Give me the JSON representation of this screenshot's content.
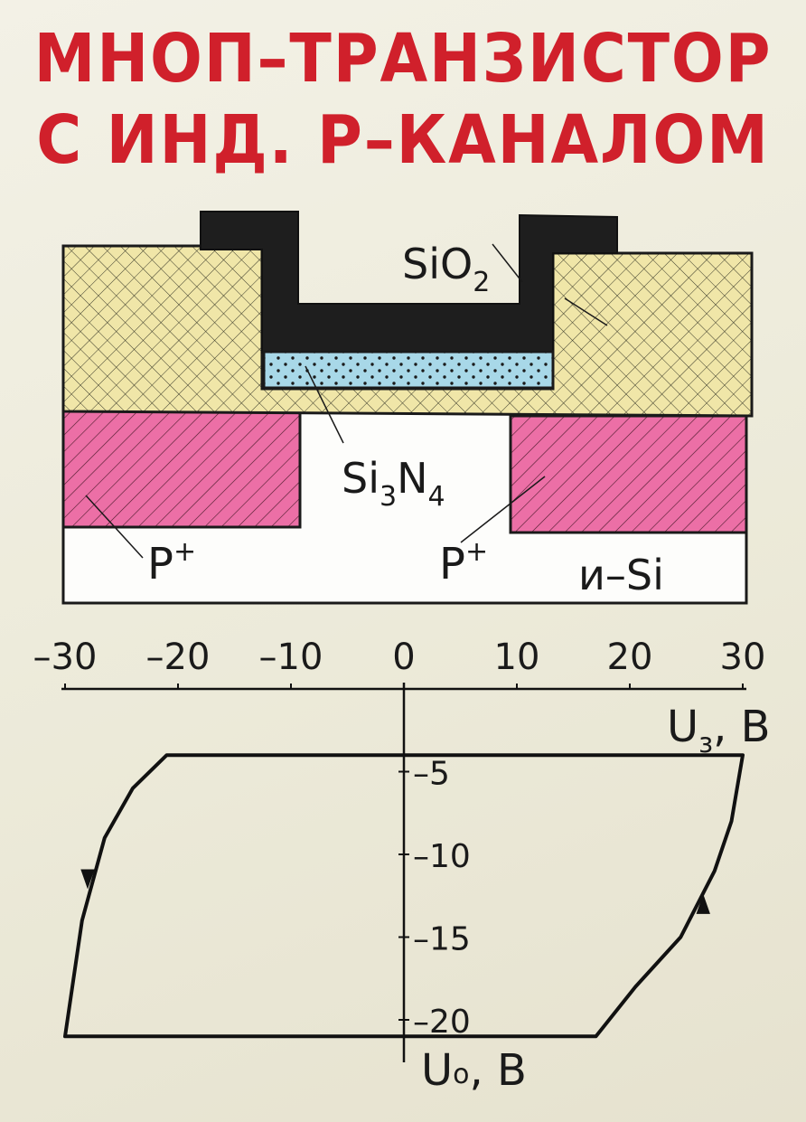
{
  "poster": {
    "title_line1": "МНОП–ТРАНЗИСТОР",
    "title_line2": "С ИНД. Р–КАНАЛОМ"
  },
  "structure": {
    "label_sio2_main": "SiO",
    "label_sio2_sub": "2",
    "label_si3n4_a": "Si",
    "label_si3n4_sub3": "3",
    "label_si3n4_n": "N",
    "label_si3n4_sub4": "4",
    "label_p_left": "P",
    "label_p_right": "P",
    "p_superscript": "+",
    "label_substrate": "и–Si",
    "colors": {
      "oxide_yellow": "#f0e6a8",
      "gate_black": "#1e1e1e",
      "nitride_blue": "#a8d8e8",
      "p_region_pink": "#ec6fa6",
      "substrate_white": "#fdfdfb"
    }
  },
  "chart_data": {
    "type": "line",
    "xlabel_main": "U",
    "xlabel_sub": "з",
    "xlabel_unit": ", B",
    "ylabel_main": "U",
    "ylabel_sub": "о",
    "ylabel_unit": ", B",
    "x_ticks": [
      -30,
      -20,
      -10,
      0,
      10,
      20,
      30
    ],
    "x_tick_labels": [
      "–30",
      "–20",
      "–10",
      "0",
      "10",
      "20",
      "30"
    ],
    "y_ticks": [
      -5,
      -10,
      -15,
      -20
    ],
    "y_tick_labels": [
      "–5",
      "–10",
      "–15",
      "–20"
    ],
    "xlim": [
      -30,
      30
    ],
    "ylim": [
      -22,
      0
    ],
    "series": [
      {
        "points": [
          [
            30,
            -4
          ],
          [
            -21,
            -4
          ],
          [
            -24,
            -6
          ],
          [
            -26.5,
            -9
          ],
          [
            -28.5,
            -14
          ],
          [
            -30,
            -21
          ],
          [
            17,
            -21
          ],
          [
            20.5,
            -18
          ],
          [
            24.5,
            -15
          ],
          [
            27.5,
            -11
          ],
          [
            29,
            -8
          ],
          [
            30,
            -4
          ]
        ]
      }
    ],
    "arrows": [
      {
        "x": -28,
        "y": -11.5,
        "direction": "down"
      },
      {
        "x": 26.5,
        "y": -13,
        "direction": "up"
      }
    ]
  }
}
